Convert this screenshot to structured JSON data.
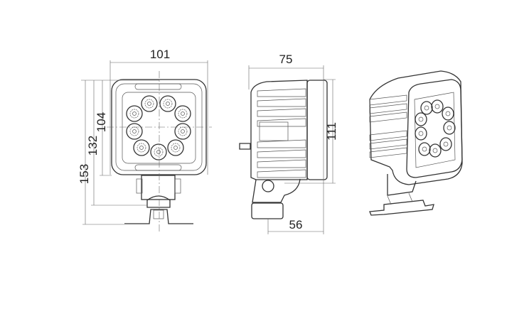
{
  "drawing": {
    "dimensions": {
      "front_width": "101",
      "front_height_lens": "104",
      "front_height_to_bracket": "132",
      "front_height_total": "153",
      "side_depth": "75",
      "side_height": "111",
      "side_base_depth": "56"
    },
    "led_count": 9,
    "line_color": "#333333"
  }
}
